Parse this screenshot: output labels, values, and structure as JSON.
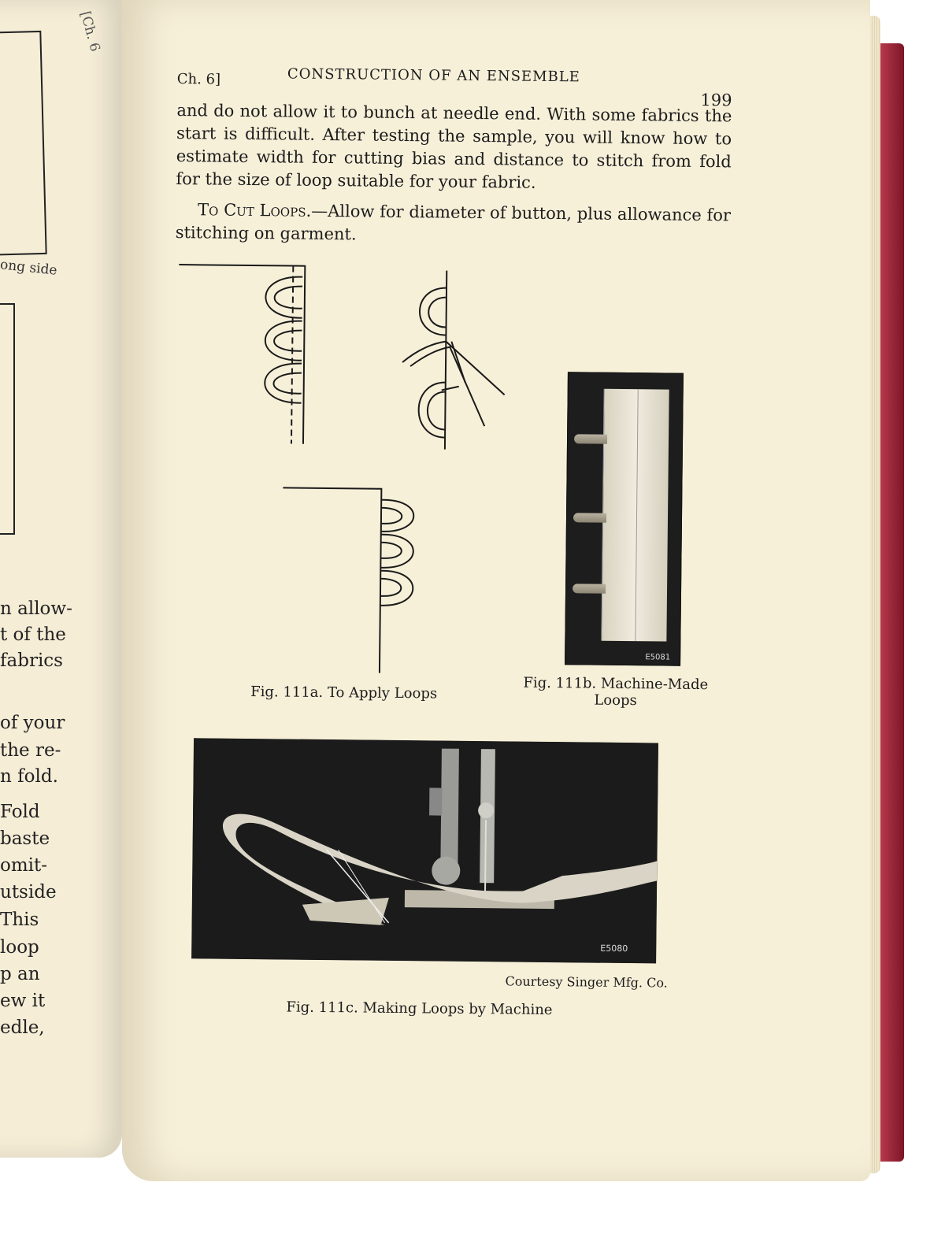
{
  "left_page": {
    "chapter_label": "[Ch. 6",
    "side_label": "ong side",
    "text_lines": [
      "n allow-",
      "t of the",
      " fabrics",
      "of your",
      "the re-",
      "n fold.",
      "  Fold",
      "  baste",
      " omit-",
      "utside",
      "  This",
      "  loop",
      "p  an",
      "ew it",
      "edle,"
    ]
  },
  "header": {
    "chapter": "Ch. 6]",
    "title": "CONSTRUCTION OF AN ENSEMBLE",
    "page_number": "199"
  },
  "body": {
    "paragraph1": "and do not allow it to bunch at needle end. With some fabrics the start is difficult. After testing the sample, you will know how to estimate width for cutting bias and distance to stitch from fold for the size of loop suitable for your fabric.",
    "cut_loops_heading": "To Cut Loops.",
    "cut_loops_text": "—Allow for diameter of button, plus allowance for stitching on garment."
  },
  "figures": {
    "fig_a_caption": "Fig. 111a. To Apply Loops",
    "fig_b_caption_line1": "Fig. 111b. Machine-Made",
    "fig_b_caption_line2": "Loops",
    "fig_b_code": "E5081",
    "fig_c_caption": "Fig. 111c. Making Loops by Machine",
    "fig_c_code": "E5080",
    "courtesy": "Courtesy Singer Mfg. Co."
  }
}
